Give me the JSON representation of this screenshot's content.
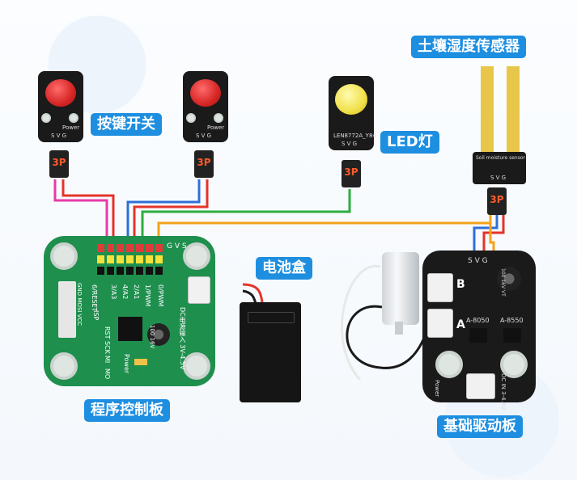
{
  "labels": {
    "button_switch": "按键开关",
    "led_light": "LED灯",
    "soil_sensor": "土壤湿度传感器",
    "battery_box": "电池盒",
    "program_board": "程序控制板",
    "drive_board": "基础驱动板"
  },
  "connector_3p": "3P",
  "button_module": {
    "power": "Power",
    "pins": "S V G"
  },
  "led_module": {
    "model": "LEN8772A_Y84",
    "pins": "S V G"
  },
  "soil_module": {
    "text": "Soil moisture sensor",
    "pins": "S V G"
  },
  "program_board": {
    "header_top": "G V S",
    "pins": [
      "6/RESET",
      "3/A3",
      "4/A2",
      "2/A1",
      "1/PWM",
      "0/PWM"
    ],
    "side_text": "GND MOSI VCC",
    "isp": "ISP",
    "isp_pins": [
      "RST",
      "SCK",
      "MI",
      "MO"
    ],
    "power_label": "Power",
    "cap_text": "100 16V",
    "dc_text": "DC电源输入 3V-4.5V"
  },
  "drive_board": {
    "pins": "S V G",
    "cap_text": "100 16V VT",
    "channel_b": "B",
    "channel_a": "A",
    "transistor1": "A-8050",
    "transistor2": "A-8550",
    "power_label": "Power",
    "dc_text": "DC IN 3-4.5V"
  },
  "wire_colors": {
    "magenta": "#e83aa8",
    "red": "#e5332a",
    "blue": "#2f6fd8",
    "green": "#2cae3f",
    "orange": "#f4a21a",
    "black": "#1a1a1a"
  }
}
